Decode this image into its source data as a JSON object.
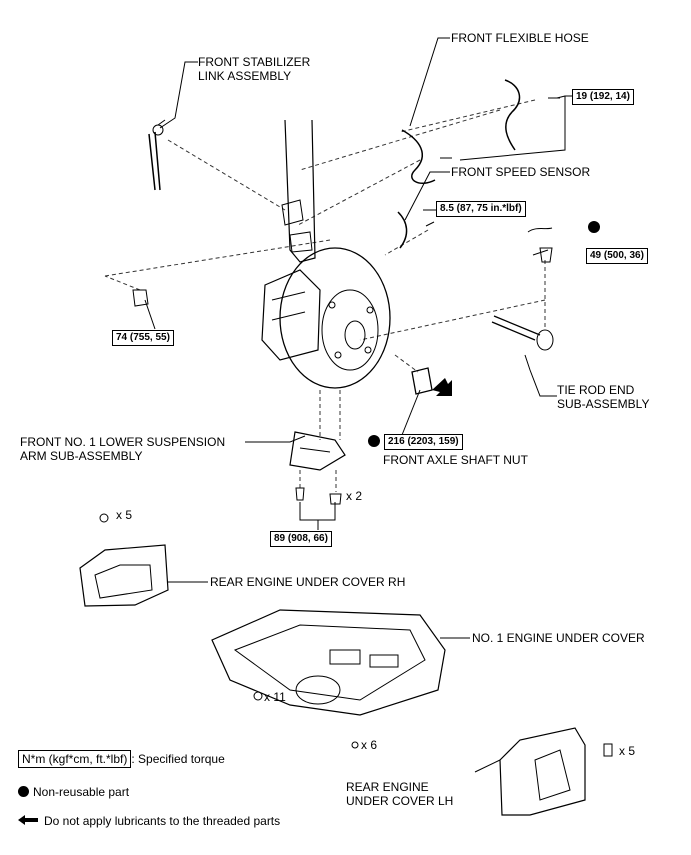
{
  "labels": {
    "stabilizer_link": "FRONT STABILIZER\nLINK ASSEMBLY",
    "flexible_hose": "FRONT FLEXIBLE HOSE",
    "speed_sensor": "FRONT SPEED SENSOR",
    "tie_rod_end": "TIE ROD END\nSUB-ASSEMBLY",
    "lower_arm": "FRONT NO. 1 LOWER SUSPENSION\nARM SUB-ASSEMBLY",
    "axle_nut": "FRONT AXLE SHAFT NUT",
    "rear_cover_rh": "REAR ENGINE UNDER COVER RH",
    "no1_cover": "NO. 1 ENGINE UNDER COVER",
    "rear_cover_lh": "REAR ENGINE\nUNDER COVER LH"
  },
  "torques": {
    "hose_bolt": "19 (192, 14)",
    "sensor_bolt": "8.5 (87, 75 in.*lbf)",
    "tie_rod_nut": "49 (500, 36)",
    "stab_nut": "74 (755, 55)",
    "axle_nut": "216 (2203, 159)",
    "arm_bolt": "89 (908, 66)"
  },
  "quantities": {
    "arm_nut": "x 2",
    "rh_clip": "x 5",
    "center_clip": "x 11",
    "bottom_clip": "x 6",
    "lh_clip": "x 5"
  },
  "legend": {
    "torque_box": "N*m (kgf*cm, ft.*lbf)",
    "torque_desc": ": Specified torque",
    "non_reusable": "Non-reusable part",
    "no_lube": "Do not apply lubricants to the threaded parts"
  }
}
